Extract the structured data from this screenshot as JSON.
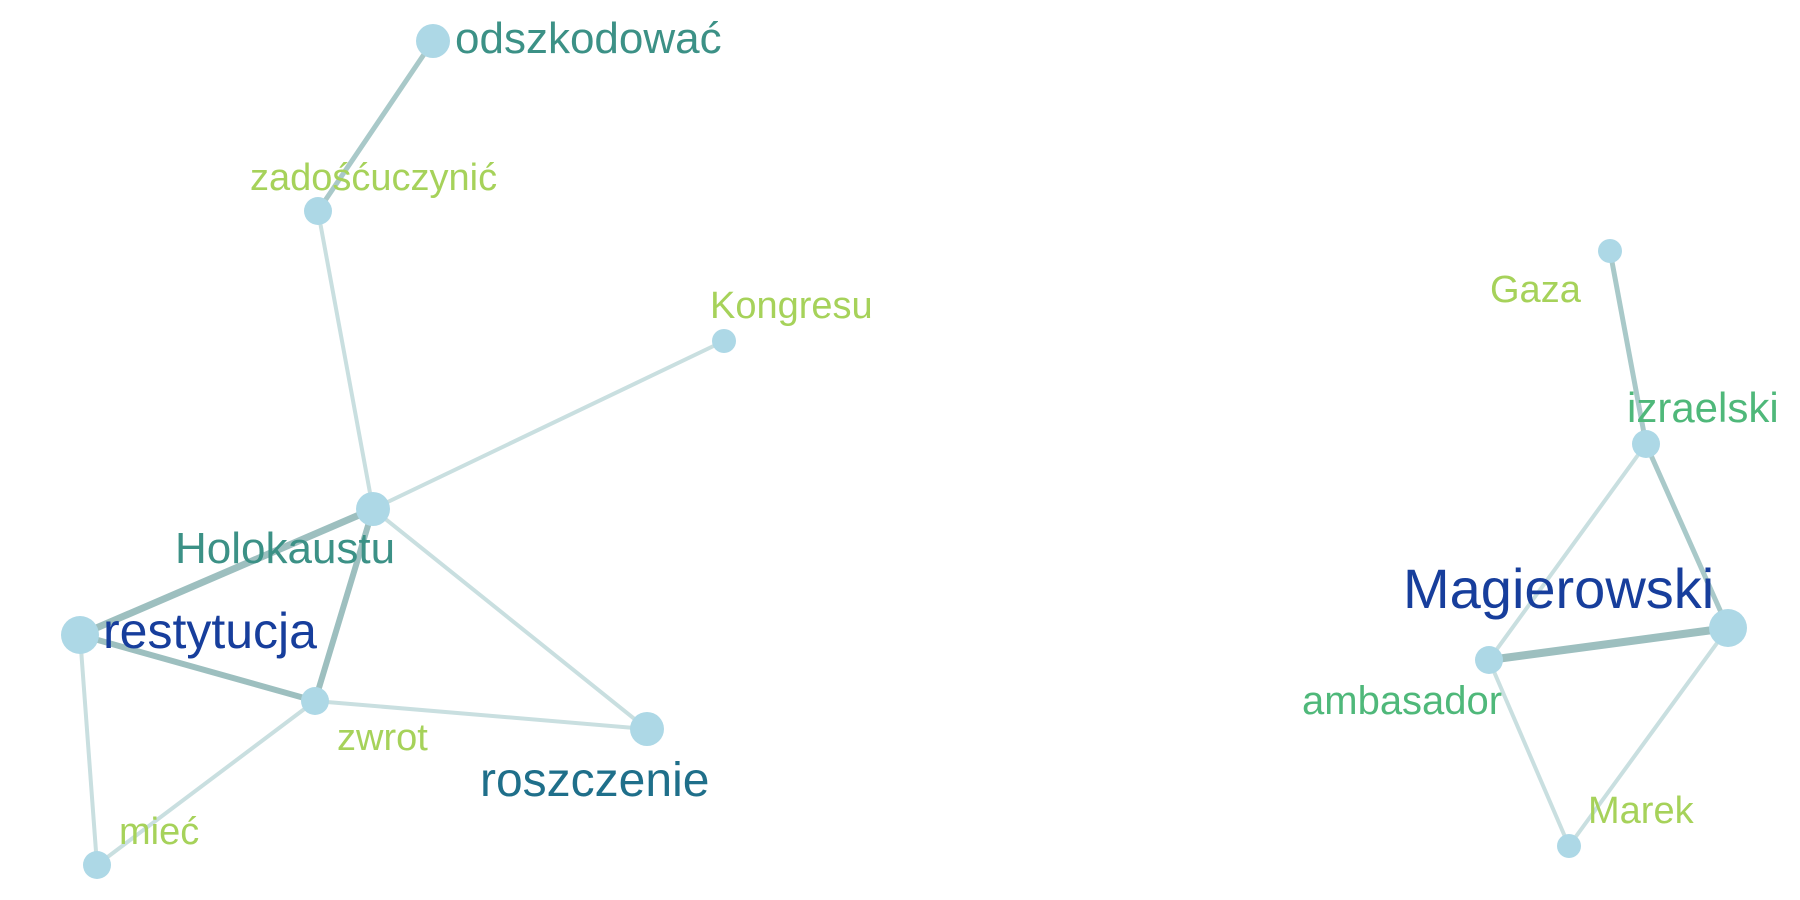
{
  "graph": {
    "colors": {
      "node_fill": "#add8e6",
      "edge_light": "#c9dfe0",
      "edge_mid": "#a9c9c9",
      "edge_dark": "#9dbfbf",
      "label_lime": "#a6d25a",
      "label_green": "#4fb87a",
      "label_teal": "#3c9186",
      "label_steel": "#1f6f8a",
      "label_navy": "#173e9c"
    },
    "nodes": [
      {
        "id": "odszkodowac",
        "label": "odszkodować",
        "weight": 3,
        "color": "label_teal"
      },
      {
        "id": "zadoscuczynic",
        "label": "zadośćuczynić",
        "weight": 2,
        "color": "label_lime"
      },
      {
        "id": "kongresu",
        "label": "Kongresu",
        "weight": 1,
        "color": "label_lime"
      },
      {
        "id": "holokaustu",
        "label": "Holokaustu",
        "weight": 3,
        "color": "label_teal"
      },
      {
        "id": "restytucja",
        "label": "restytucja",
        "weight": 4,
        "color": "label_navy"
      },
      {
        "id": "zwrot",
        "label": "zwrot",
        "weight": 2,
        "color": "label_lime"
      },
      {
        "id": "roszczenie",
        "label": "roszczenie",
        "weight": 3,
        "color": "label_steel"
      },
      {
        "id": "miec",
        "label": "mieć",
        "weight": 2,
        "color": "label_lime"
      },
      {
        "id": "gaza",
        "label": "Gaza",
        "weight": 1,
        "color": "label_lime"
      },
      {
        "id": "izraelski",
        "label": "izraelski",
        "weight": 2,
        "color": "label_green"
      },
      {
        "id": "magierowski",
        "label": "Magierowski",
        "weight": 4,
        "color": "label_navy"
      },
      {
        "id": "ambasador",
        "label": "ambasador",
        "weight": 2,
        "color": "label_green"
      },
      {
        "id": "marek",
        "label": "Marek",
        "weight": 1,
        "color": "label_lime"
      }
    ],
    "edges": [
      {
        "source": "odszkodowac",
        "target": "zadoscuczynic",
        "strength": "mid"
      },
      {
        "source": "zadoscuczynic",
        "target": "holokaustu",
        "strength": "light"
      },
      {
        "source": "kongresu",
        "target": "holokaustu",
        "strength": "light"
      },
      {
        "source": "holokaustu",
        "target": "restytucja",
        "strength": "dark"
      },
      {
        "source": "holokaustu",
        "target": "zwrot",
        "strength": "dark"
      },
      {
        "source": "holokaustu",
        "target": "roszczenie",
        "strength": "light"
      },
      {
        "source": "restytucja",
        "target": "zwrot",
        "strength": "dark"
      },
      {
        "source": "restytucja",
        "target": "miec",
        "strength": "light"
      },
      {
        "source": "zwrot",
        "target": "roszczenie",
        "strength": "light"
      },
      {
        "source": "zwrot",
        "target": "miec",
        "strength": "light"
      },
      {
        "source": "gaza",
        "target": "izraelski",
        "strength": "mid"
      },
      {
        "source": "izraelski",
        "target": "magierowski",
        "strength": "mid"
      },
      {
        "source": "izraelski",
        "target": "ambasador",
        "strength": "light"
      },
      {
        "source": "ambasador",
        "target": "magierowski",
        "strength": "dark"
      },
      {
        "source": "ambasador",
        "target": "marek",
        "strength": "light"
      },
      {
        "source": "magierowski",
        "target": "marek",
        "strength": "light"
      }
    ]
  }
}
